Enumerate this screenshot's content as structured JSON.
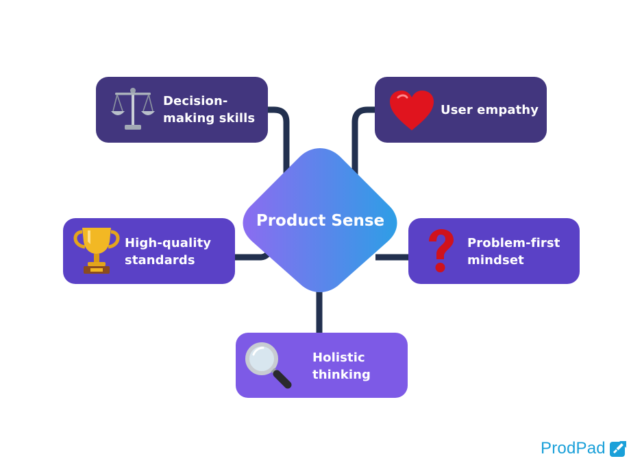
{
  "center": {
    "label": "Product Sense",
    "gradient_start": "#8b6cf0",
    "gradient_end": "#2e9ee6"
  },
  "nodes": [
    {
      "id": "decision-making",
      "label": "Decision-\nmaking skills",
      "icon": "balance-scale-icon",
      "color": "#42367e"
    },
    {
      "id": "user-empathy",
      "label": "User empathy",
      "icon": "heart-icon",
      "color": "#42367e"
    },
    {
      "id": "high-quality",
      "label": "High-quality\nstandards",
      "icon": "trophy-icon",
      "color": "#5a41c6"
    },
    {
      "id": "problem-first",
      "label": "Problem-first\nmindset",
      "icon": "question-mark-icon",
      "color": "#5a41c6"
    },
    {
      "id": "holistic",
      "label": "Holistic\nthinking",
      "icon": "magnifying-glass-icon",
      "color": "#7d5ae6"
    }
  ],
  "connector_color": "#22304f",
  "brand": {
    "name": "ProdPad",
    "color": "#1aa0d9",
    "icon": "prodpad-logo-icon"
  }
}
